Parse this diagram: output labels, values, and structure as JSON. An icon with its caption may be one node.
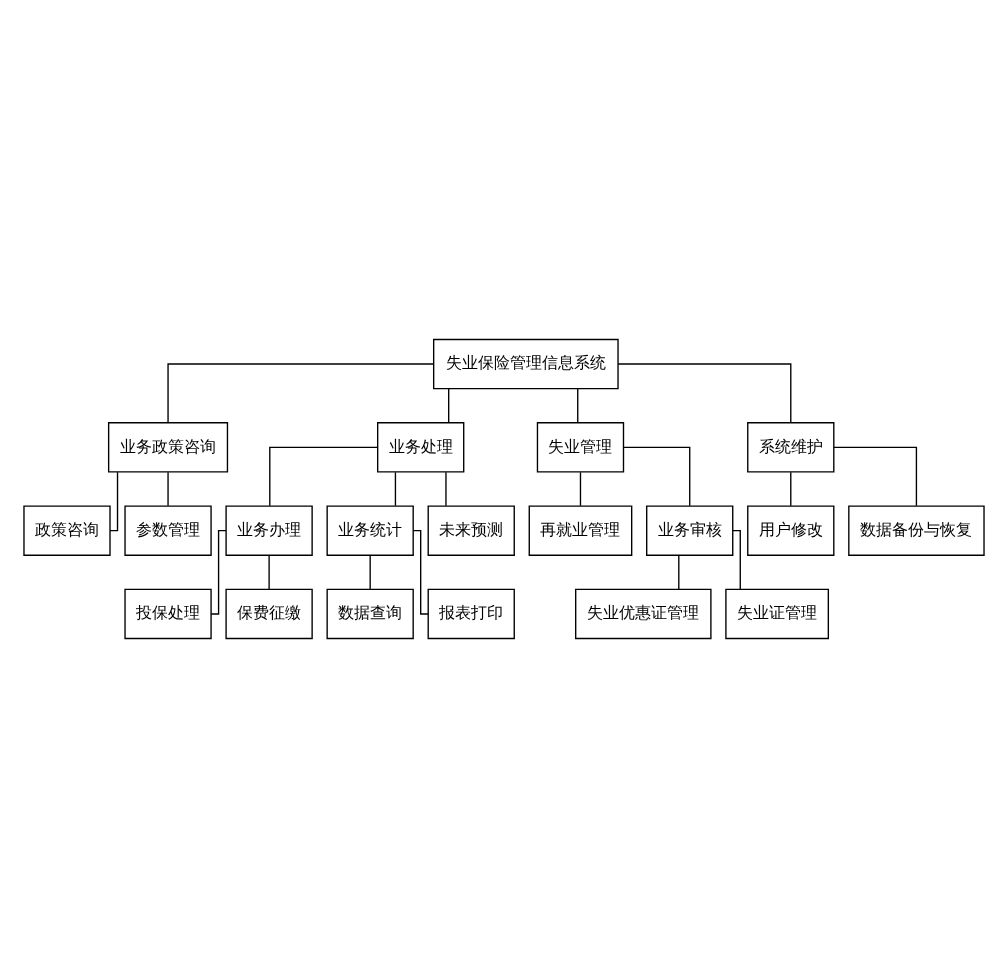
{
  "diagram": {
    "nodes": [
      {
        "text": [
          "失业保险管理信息系统"
        ]
      },
      {
        "text": [
          "业务政策咨询"
        ]
      },
      {
        "text": [
          "业务处理"
        ]
      },
      {
        "text": [
          "失业管理"
        ]
      },
      {
        "text": [
          "系统维护"
        ]
      },
      {
        "text": [
          "政策咨询"
        ]
      },
      {
        "text": [
          "参数管理"
        ]
      },
      {
        "text": [
          "业务办理"
        ]
      },
      {
        "text": [
          "业务统计"
        ]
      },
      {
        "text": [
          "未来预测"
        ]
      },
      {
        "text": [
          "再就业管理"
        ]
      },
      {
        "text": [
          "业务审核"
        ]
      },
      {
        "text": [
          "用户修改"
        ]
      },
      {
        "text": [
          "数据备份与恢复"
        ]
      },
      {
        "text": [
          "投保处理"
        ]
      },
      {
        "text": [
          "保费征缴"
        ]
      },
      {
        "text": [
          "数据查询"
        ]
      },
      {
        "text": [
          "报表打印"
        ]
      },
      {
        "text": [
          "失业优惠证管理"
        ]
      },
      {
        "text": [
          "失业证管理"
        ]
      }
    ],
    "edges": [
      {
        "from": 0,
        "to": 1,
        "arrow": "none"
      },
      {
        "from": 0,
        "to": 2,
        "arrow": "none"
      },
      {
        "from": 0,
        "to": 3,
        "arrow": "none"
      },
      {
        "from": 0,
        "to": 4,
        "arrow": "none"
      },
      {
        "from": 1,
        "to": 5,
        "arrow": "none"
      },
      {
        "from": 1,
        "to": 6,
        "arrow": "none"
      },
      {
        "from": 2,
        "to": 7,
        "arrow": "none"
      },
      {
        "from": 2,
        "to": 8,
        "arrow": "none"
      },
      {
        "from": 2,
        "to": 9,
        "arrow": "none"
      },
      {
        "from": 3,
        "to": 10,
        "arrow": "none"
      },
      {
        "from": 3,
        "to": 11,
        "arrow": "none"
      },
      {
        "from": 4,
        "to": 12,
        "arrow": "none"
      },
      {
        "from": 4,
        "to": 13,
        "arrow": "none"
      },
      {
        "from": 7,
        "to": 14,
        "arrow": "none"
      },
      {
        "from": 7,
        "to": 15,
        "arrow": "none"
      },
      {
        "from": 8,
        "to": 16,
        "arrow": "none"
      },
      {
        "from": 8,
        "to": 17,
        "arrow": "none"
      },
      {
        "from": 11,
        "to": 18,
        "arrow": "none"
      },
      {
        "from": 11,
        "to": 19,
        "arrow": "none"
      }
    ]
  }
}
